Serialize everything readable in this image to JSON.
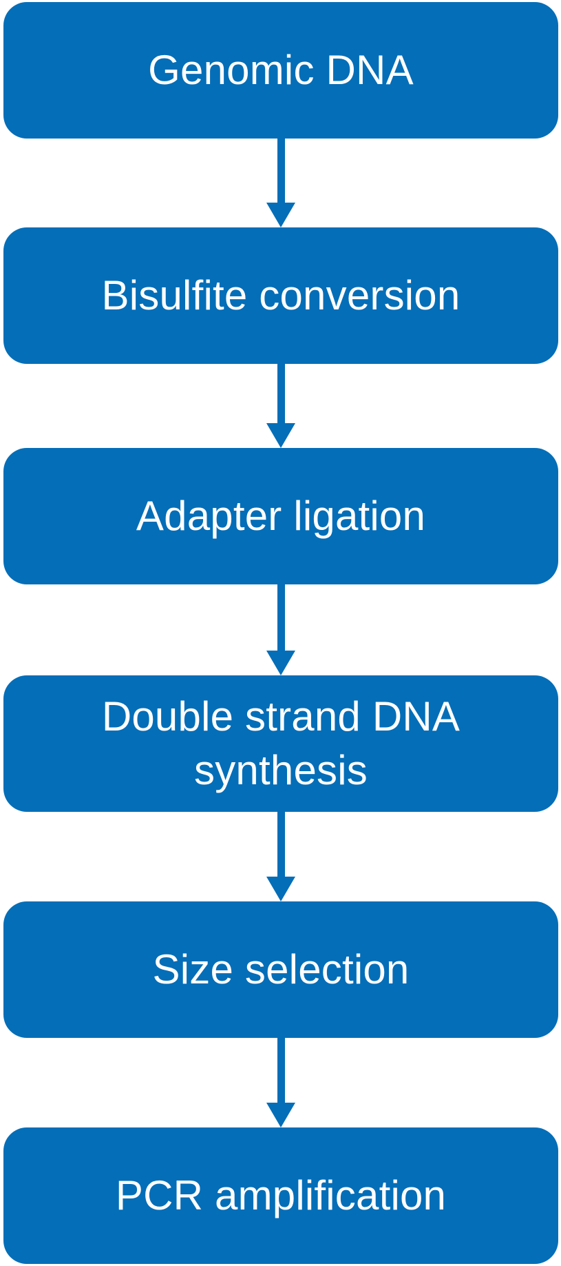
{
  "colors": {
    "box_fill": "#046eb8",
    "arrow": "#046eb8",
    "text": "#ffffff"
  },
  "steps": [
    {
      "label": "Genomic DNA"
    },
    {
      "label": "Bisulfite conversion"
    },
    {
      "label": "Adapter ligation"
    },
    {
      "label": "Double strand DNA\nsynthesis"
    },
    {
      "label": "Size selection"
    },
    {
      "label": "PCR amplification"
    }
  ]
}
